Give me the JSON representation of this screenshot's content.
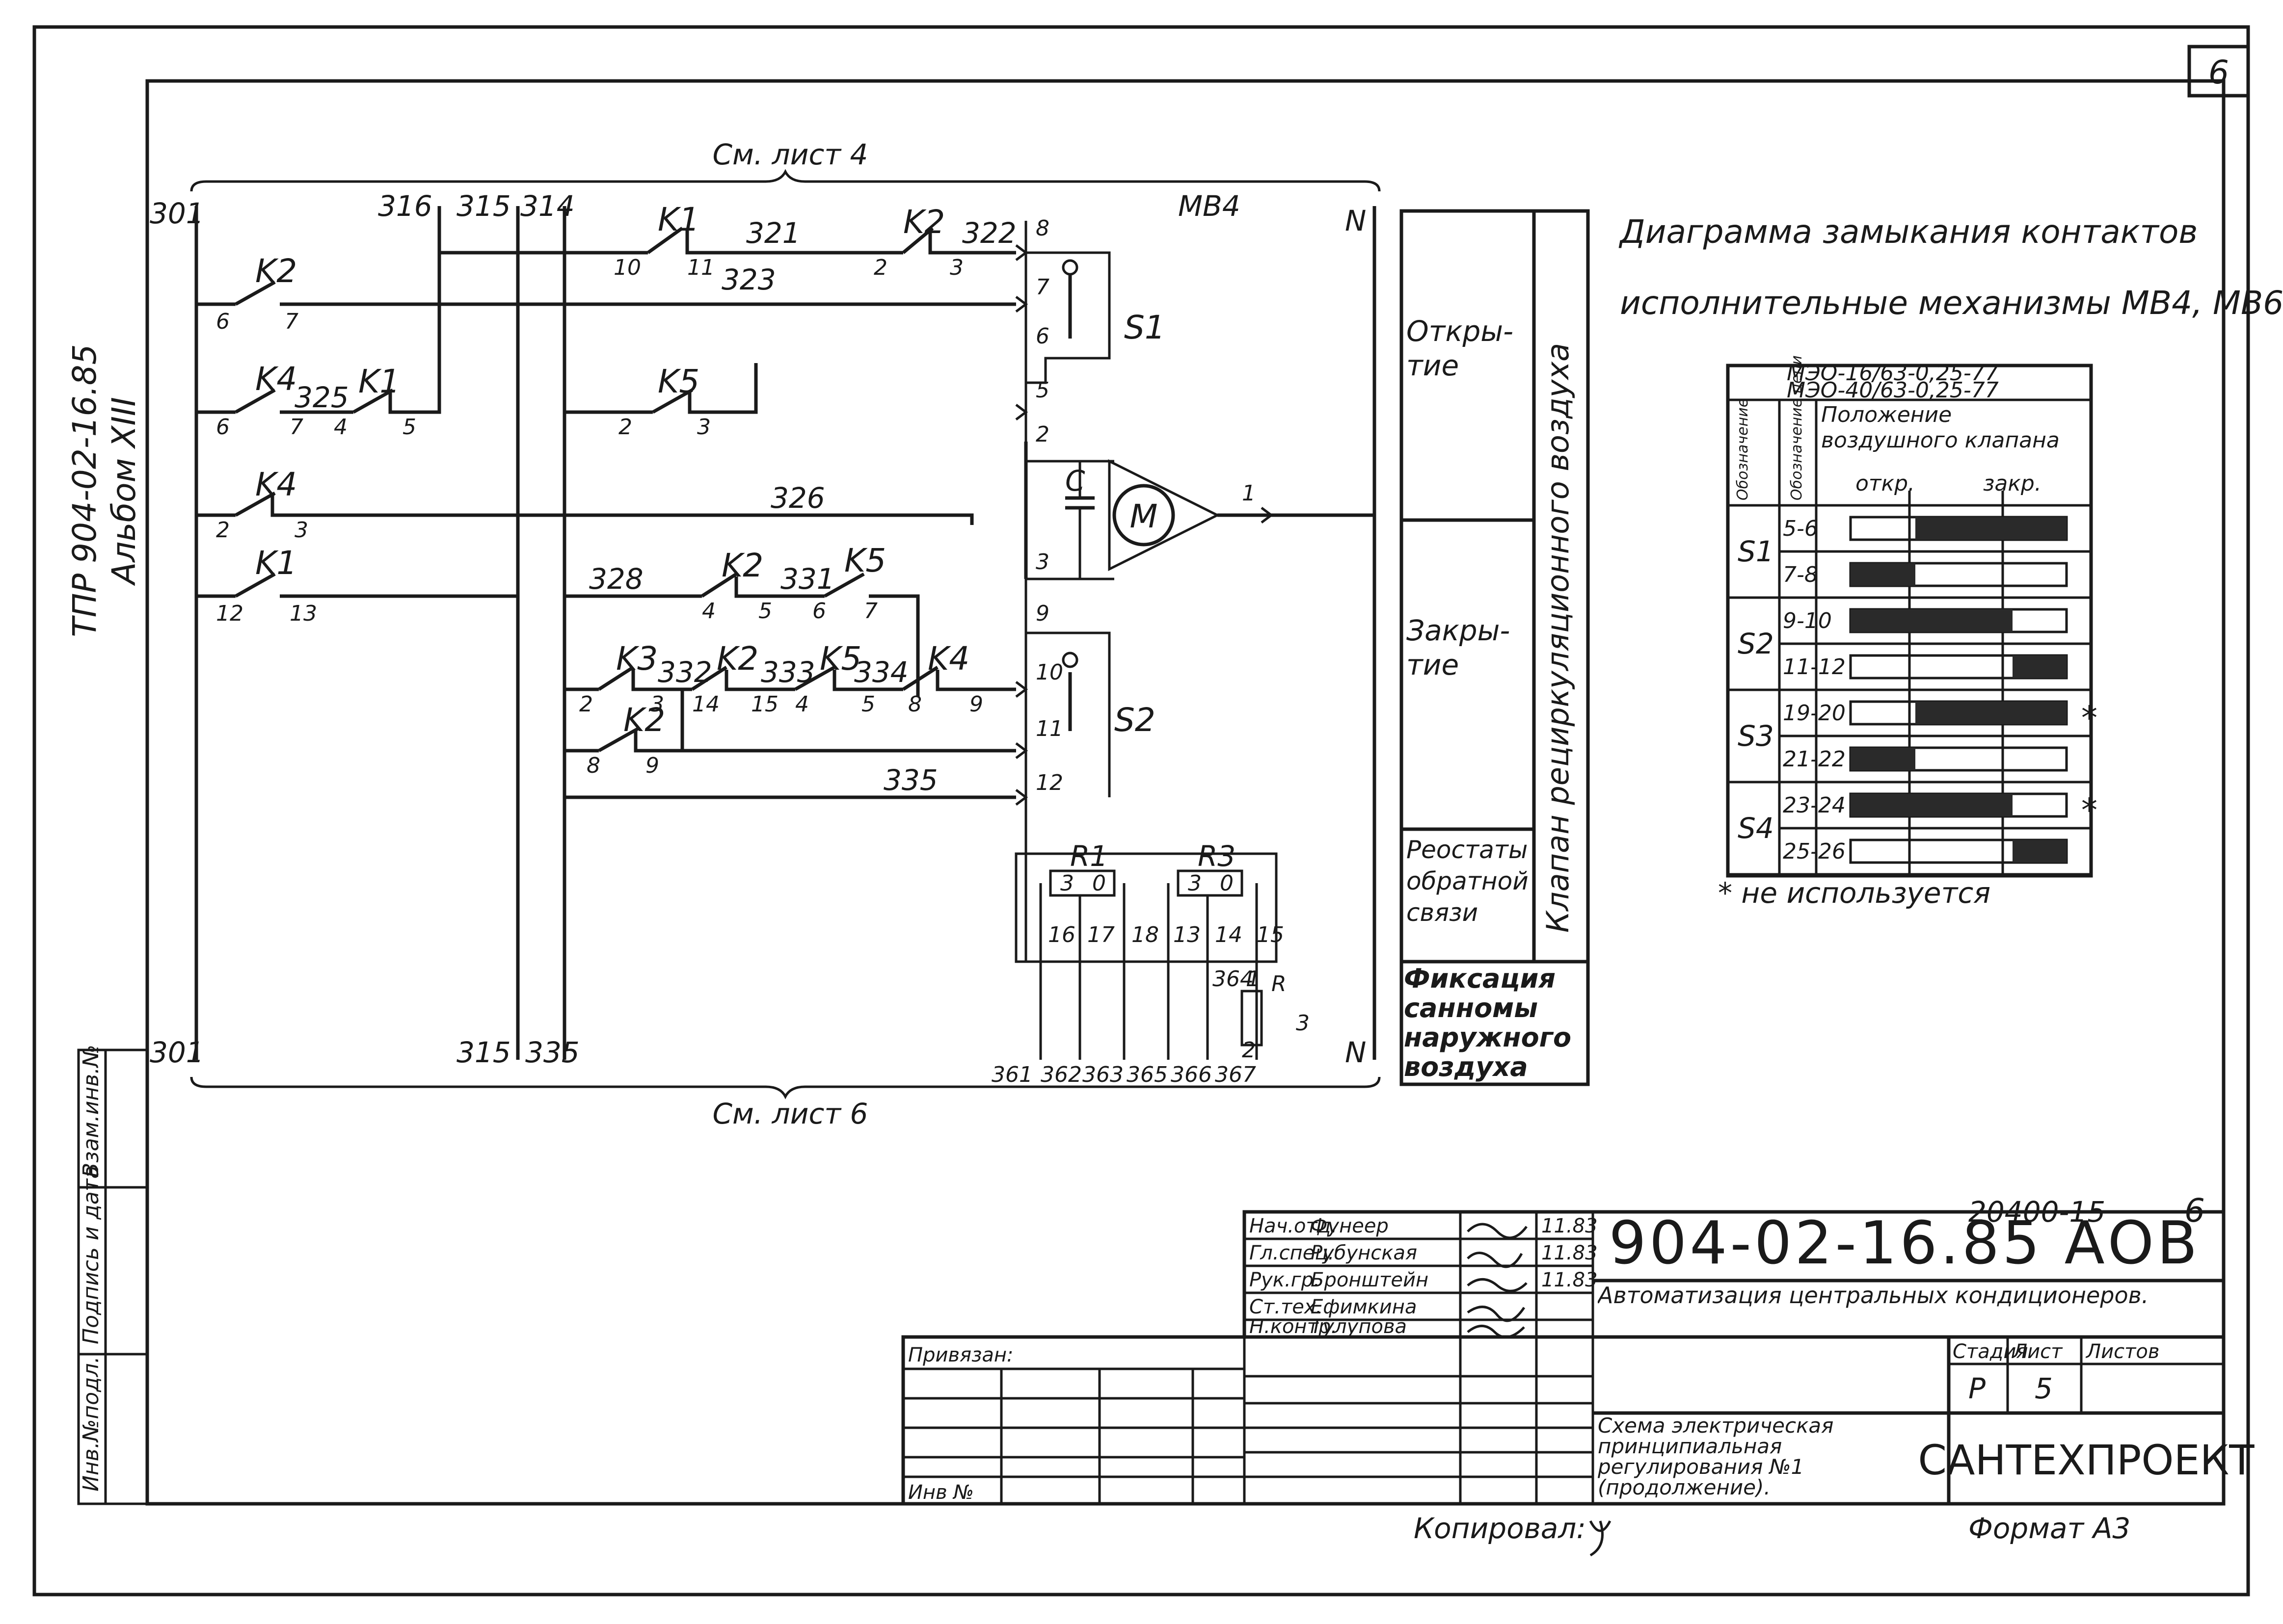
{
  "sheet_corner_number": "6",
  "left_margin": {
    "project": "ТПР 904-02-16.85",
    "album": "Альбом XIII"
  },
  "stamp_margin_labels": [
    "Инв.№подл.",
    "Подпись и дата",
    "Взам.инв.№"
  ],
  "schematic": {
    "top_ref": "См. лист 4",
    "bottom_ref": "См. лист 6",
    "bus_labels_top": [
      "301",
      "316",
      "315",
      "314",
      "N"
    ],
    "bus_labels_bottom": [
      "301",
      "315",
      "335",
      "N"
    ],
    "mechanism_label": "МВ4",
    "motor_label": "M",
    "capacitor_label": "C",
    "switch_labels": [
      "S1",
      "S2"
    ],
    "rheostat_labels": [
      "R1",
      "R3",
      "R"
    ],
    "contacts": [
      {
        "name": "K1",
        "pins": [
          "10",
          "11"
        ],
        "wire": "321"
      },
      {
        "name": "K2",
        "pins": [
          "2",
          "3"
        ],
        "wire": "322"
      },
      {
        "name": "K2",
        "pins": [
          "6",
          "7"
        ],
        "wire": "323"
      },
      {
        "name": "K4",
        "pins": [
          "6",
          "7"
        ],
        "wire": "325"
      },
      {
        "name": "K1",
        "pins": [
          "4",
          "5"
        ],
        "wire": ""
      },
      {
        "name": "K5",
        "pins": [
          "2",
          "3"
        ],
        "wire": ""
      },
      {
        "name": "K4",
        "pins": [
          "2",
          "3"
        ],
        "wire": "326"
      },
      {
        "name": "K1",
        "pins": [
          "12",
          "13"
        ],
        "wire": ""
      },
      {
        "name": "K2",
        "pins": [
          "4",
          "5"
        ],
        "wire": "328"
      },
      {
        "name": "K5",
        "pins": [
          "6",
          "7"
        ],
        "wire": "331"
      },
      {
        "name": "K3",
        "pins": [
          "2",
          "3"
        ],
        "wire": "332"
      },
      {
        "name": "K2",
        "pins": [
          "14",
          "15"
        ],
        "wire": "333"
      },
      {
        "name": "K5",
        "pins": [
          "4",
          "5"
        ],
        "wire": "334"
      },
      {
        "name": "K4",
        "pins": [
          "8",
          "9"
        ],
        "wire": ""
      },
      {
        "name": "K2",
        "pins": [
          "8",
          "9"
        ],
        "wire": "335"
      }
    ],
    "terminal_numbers": [
      "8",
      "7",
      "6",
      "5",
      "2",
      "1",
      "3",
      "9",
      "10",
      "11",
      "12"
    ],
    "feedback_terminals": [
      "16",
      "17",
      "18",
      "13",
      "14",
      "15",
      "1",
      "2",
      "3"
    ],
    "rheostat_marks": [
      "3",
      "0",
      "3",
      "0"
    ],
    "bottom_wires": [
      "361",
      "362",
      "363",
      "365",
      "366",
      "367",
      "364"
    ]
  },
  "section_table": {
    "vertical_title": "Клапан рециркуляционного воздуха",
    "rows": [
      "Откры- тие",
      "Закры- тие",
      "Реостаты обратной связи"
    ],
    "fixation": "Фиксация санномы наружного воздуха"
  },
  "contact_diagram": {
    "title": "Диаграмма замыкания контактов",
    "subtitle": "исполнительные механизмы МВ4, МВ6",
    "device_types": [
      "МЭО-16/63-0,25-77",
      "МЭО-40/63-0,25-77"
    ],
    "header_col1": "Обозначение",
    "header_col2": "Обозначение цепи",
    "header_col3": "Положение воздушного клапана",
    "position_labels": [
      "откр.",
      "закр."
    ],
    "groups": [
      {
        "switch": "S1",
        "rows": [
          {
            "circuit": "5-6",
            "closed_from": 0.3,
            "closed_to": 1.0,
            "unused": false
          },
          {
            "circuit": "7-8",
            "closed_from": 0.0,
            "closed_to": 0.3,
            "unused": false
          }
        ]
      },
      {
        "switch": "S2",
        "rows": [
          {
            "circuit": "9-10",
            "closed_from": 0.0,
            "closed_to": 0.75,
            "unused": false
          },
          {
            "circuit": "11-12",
            "closed_from": 0.75,
            "closed_to": 1.0,
            "unused": false
          }
        ]
      },
      {
        "switch": "S3",
        "rows": [
          {
            "circuit": "19-20",
            "closed_from": 0.3,
            "closed_to": 1.0,
            "unused": true
          },
          {
            "circuit": "21-22",
            "closed_from": 0.0,
            "closed_to": 0.3,
            "unused": false
          }
        ]
      },
      {
        "switch": "S4",
        "rows": [
          {
            "circuit": "23-24",
            "closed_from": 0.0,
            "closed_to": 0.75,
            "unused": true
          },
          {
            "circuit": "25-26",
            "closed_from": 0.75,
            "closed_to": 1.0,
            "unused": false
          }
        ]
      }
    ],
    "footnote": "* не используется"
  },
  "title_block": {
    "doc_number": "20400-15",
    "sheet_number_right": "6",
    "designation": "904-02-16.85 АОВ",
    "roles": [
      {
        "role": "Нач.отд.",
        "name": "Фунеер",
        "date": "11.83"
      },
      {
        "role": "Гл.спец.",
        "name": "Рубунская",
        "date": "11.83"
      },
      {
        "role": "Рук.гр.",
        "name": "Бронштейн",
        "date": "11.83"
      },
      {
        "role": "Ст.тех.",
        "name": "Ефимкина",
        "date": ""
      },
      {
        "role": "Н.контр.",
        "name": "Тулупова",
        "date": ""
      }
    ],
    "project_title": "Автоматизация центральных кондиционеров.",
    "sheet_title": "Схема электрическая принципиальная регулирования №1 (продолжение).",
    "stage_label": "Стадия",
    "sheet_label": "Лист",
    "sheets_label": "Листов",
    "stage_value": "Р",
    "sheet_value": "5",
    "organization": "САНТЕХПРОЕКТ",
    "attached": "Привязан:",
    "inv": "Инв №",
    "copied": "Копировал:",
    "format": "Формат А3"
  }
}
